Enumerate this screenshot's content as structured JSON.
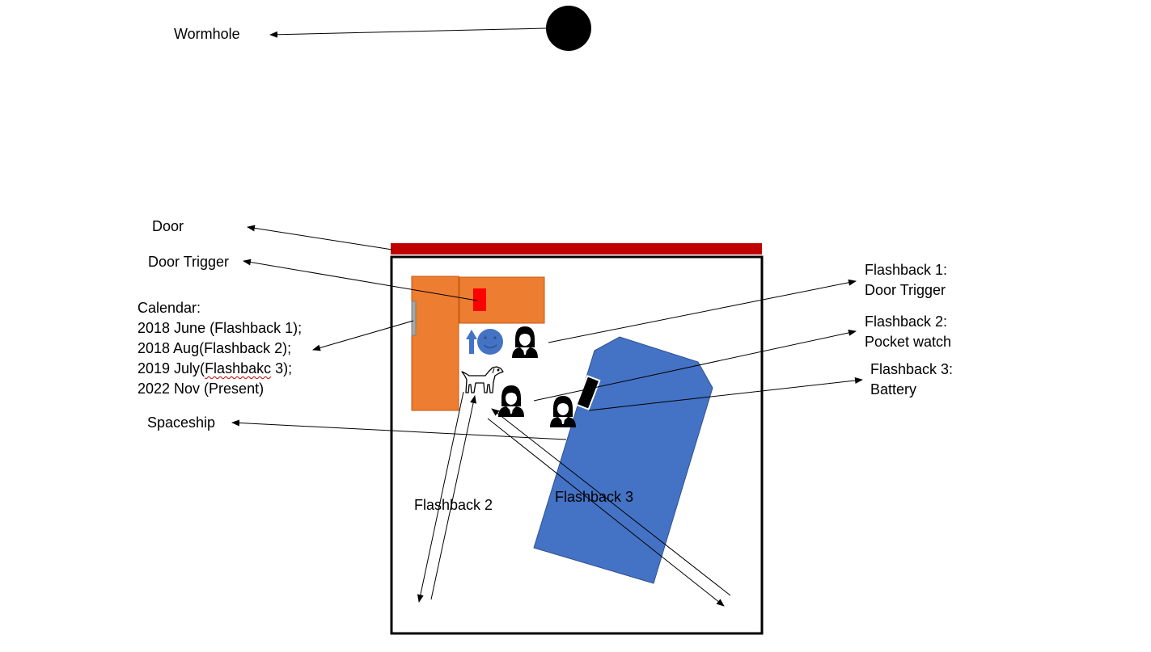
{
  "labels": {
    "wormhole": "Wormhole",
    "door": "Door",
    "door_trigger": "Door Trigger",
    "calendar": {
      "title": "Calendar:",
      "line1": "2018 June (Flashback 1);",
      "line2": "2018 Aug(Flashback 2);",
      "line3_pre": "2019 July(",
      "line3_word": "Flashbakc",
      "line3_post": " 3);",
      "line4": "2022 Nov (Present)"
    },
    "spaceship": "Spaceship",
    "flashback1": {
      "line1": "Flashback 1:",
      "line2": "Door Trigger"
    },
    "flashback2": {
      "line1": "Flashback 2:",
      "line2": "Pocket watch"
    },
    "flashback3": {
      "line1": "Flashback 3:",
      "line2": "Battery"
    },
    "flashback2_path": "Flashback 2",
    "flashback3_path": "Flashback 3"
  },
  "colors": {
    "door": "#c00000",
    "desk": "#ed7d31",
    "trigger": "#ff0000",
    "spaceship": "#4472c4",
    "icon_blue": "#4472c4",
    "wormhole": "#000000",
    "outline": "#000000"
  },
  "icons": {
    "up_arrow": "up-arrow-icon",
    "smiley": "smiley-icon",
    "dog": "dog-icon",
    "person": "person-icon"
  }
}
